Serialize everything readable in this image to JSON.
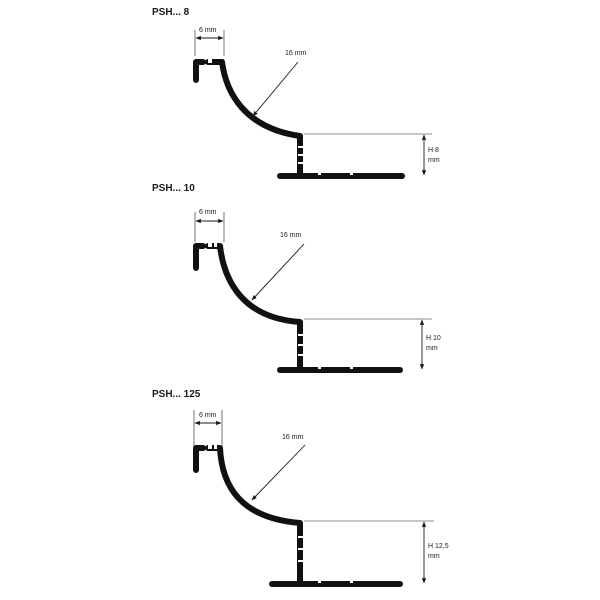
{
  "profiles": [
    {
      "title": "PSH... 8",
      "width_label": "6 mm",
      "radius_label": "16 mm",
      "height_label_line1": "H 8",
      "height_label_line2": "mm"
    },
    {
      "title": "PSH... 10",
      "width_label": "6 mm",
      "radius_label": "16 mm",
      "height_label_line1": "H 10",
      "height_label_line2": "mm"
    },
    {
      "title": "PSH... 125",
      "width_label": "6 mm",
      "radius_label": "16 mm",
      "height_label_line1": "H 12,5",
      "height_label_line2": "mm"
    }
  ]
}
